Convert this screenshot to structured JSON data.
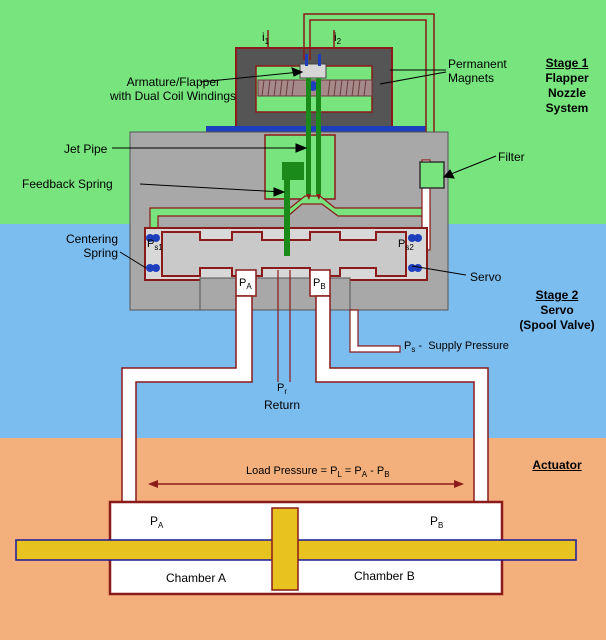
{
  "stages": {
    "stage1": {
      "title": "Stage 1",
      "line1": "Flapper",
      "line2": "Nozzle",
      "line3": "System"
    },
    "stage2": {
      "title": "Stage 2",
      "line1": "Servo",
      "line2": "(Spool Valve)"
    },
    "actuator": {
      "title": "Actuator"
    }
  },
  "labels": {
    "armature_line1": "Armature/Flapper",
    "armature_line2": "with Dual Coil Windings",
    "magnets_line1": "Permanent",
    "magnets_line2": "Magnets",
    "jet_pipe": "Jet Pipe",
    "feedback_spring": "Feedback Spring",
    "filter": "Filter",
    "centering_line1": "Centering",
    "centering_line2": "Spring",
    "servo": "Servo",
    "return": "Return",
    "supply_pressure": "Supply Pressure",
    "load_pressure": "Load Pressure = P",
    "chamber_a": "Chamber A",
    "chamber_b": "Chamber B"
  },
  "symbols": {
    "i": "i",
    "i1_sub": "1",
    "i2_sub": "2",
    "P": "P",
    "A": "A",
    "B": "B",
    "s1": "s1",
    "s2": "s2",
    "r": "r",
    "s": "s",
    "L": "L",
    "dash": "-",
    "eq": " = P",
    "minus": " - P"
  },
  "colors": {
    "stage1_bg": "#77e47d",
    "stage2_bg": "#7cbdf0",
    "actuator_bg": "#f4b07c",
    "housing": "#a8a8a8",
    "spool": "#c9c9c9",
    "outline": "#8b1a1a",
    "piston": "#e8c21f",
    "piston_border": "#1b1b99",
    "jet_green": "#1a8a1a",
    "port_blue": "#1d3fbd"
  }
}
